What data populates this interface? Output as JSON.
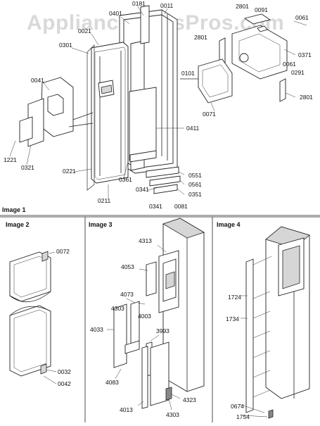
{
  "watermark": "AppliancePartsPros.com",
  "main_labels": {
    "l0181": "0181",
    "l0011": "0011",
    "l0401": "0401",
    "l0021": "0021",
    "l0301": "0301",
    "l0041": "0041",
    "l1221": "1221",
    "l0321": "0321",
    "l0221": "0221",
    "l0361": "0361",
    "l0211": "0211",
    "l0341a": "0341",
    "l0341b": "0341",
    "l0101": "0101",
    "l0411": "0411",
    "l0551": "0551",
    "l0561": "0561",
    "l0351": "0351",
    "l0081": "0081",
    "l2801a": "2801",
    "l2801b": "2801",
    "l2801c": "2801",
    "l0091": "0091",
    "l0061a": "0061",
    "l0061b": "0061",
    "l0371": "0371",
    "l0291": "0291",
    "l0071": "0071"
  },
  "captions": {
    "image1": "Image 1",
    "image2": "Image 2",
    "image3": "Image 3",
    "image4": "Image 4"
  },
  "image2_labels": {
    "l0072": "0072",
    "l0032": "0032",
    "l0042": "0042"
  },
  "image3_labels": {
    "l4313": "4313",
    "l4053": "4053",
    "l4073": "4073",
    "l4303a": "4303",
    "l4003": "4003",
    "l4033": "4033",
    "l3993": "3993",
    "l4083": "4083",
    "l4013": "4013",
    "l4303b": "4303",
    "l4323": "4323"
  },
  "image4_labels": {
    "l1724": "1724",
    "l1734": "1734",
    "l0674": "0674",
    "l1754": "1754"
  }
}
